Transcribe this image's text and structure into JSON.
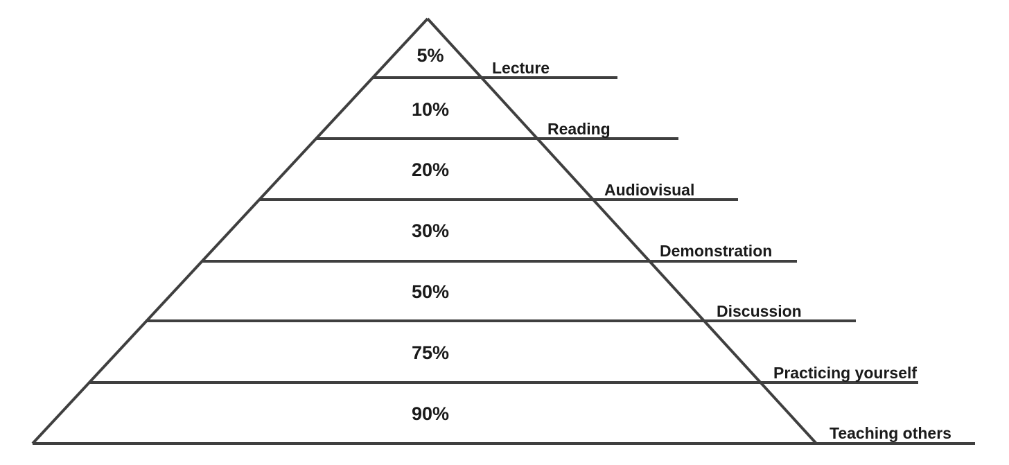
{
  "diagram": {
    "type": "pyramid",
    "levels": [
      {
        "percent": "5%",
        "label": "Lecture"
      },
      {
        "percent": "10%",
        "label": "Reading"
      },
      {
        "percent": "20%",
        "label": "Audiovisual"
      },
      {
        "percent": "30%",
        "label": "Demonstration"
      },
      {
        "percent": "50%",
        "label": "Discussion"
      },
      {
        "percent": "75%",
        "label": "Practicing yourself"
      },
      {
        "percent": "90%",
        "label": "Teaching others"
      }
    ],
    "colors": {
      "line": "#3f3f3f",
      "text": "#1a1a1a",
      "background": "#ffffff"
    }
  }
}
